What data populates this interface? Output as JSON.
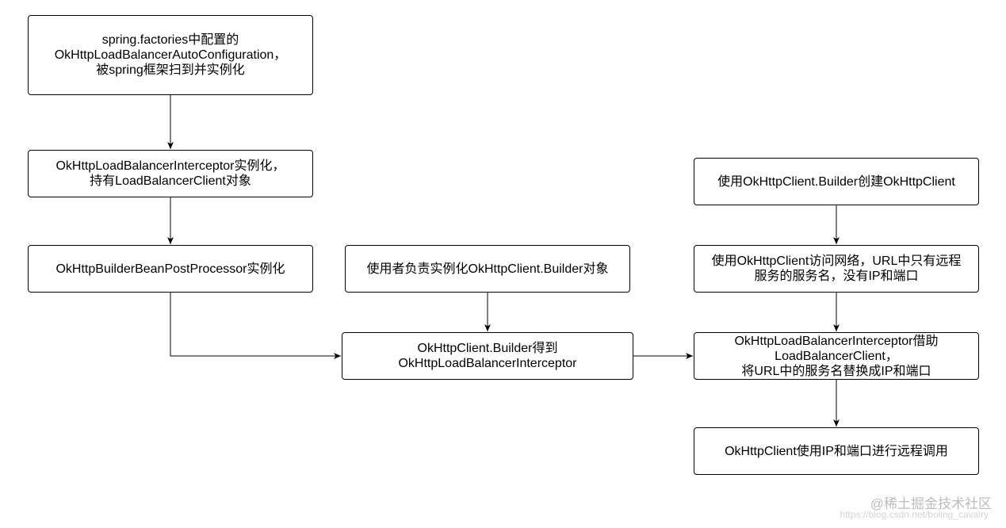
{
  "nodes": {
    "n1": {
      "lines": [
        "spring.factories中配置的",
        "OkHttpLoadBalancerAutoConfiguration，",
        "被spring框架扫到并实例化"
      ]
    },
    "n2": {
      "lines": [
        "OkHttpLoadBalancerInterceptor实例化，",
        "持有LoadBalancerClient对象"
      ]
    },
    "n3": {
      "lines": [
        "OkHttpBuilderBeanPostProcessor实例化"
      ]
    },
    "n4": {
      "lines": [
        "使用者负责实例化OkHttpClient.Builder对象"
      ]
    },
    "n5": {
      "lines": [
        "OkHttpClient.Builder得到",
        "OkHttpLoadBalancerInterceptor"
      ]
    },
    "n6": {
      "lines": [
        "使用OkHttpClient.Builder创建OkHttpClient"
      ]
    },
    "n7": {
      "lines": [
        "使用OkHttpClient访问网络，URL中只有远程",
        "服务的服务名，没有IP和端口"
      ]
    },
    "n8": {
      "lines": [
        "OkHttpLoadBalancerInterceptor借助",
        "LoadBalancerClient，",
        "将URL中的服务名替换成IP和端口"
      ]
    },
    "n9": {
      "lines": [
        "OkHttpClient使用IP和端口进行远程调用"
      ]
    }
  },
  "watermark": {
    "brand": "@稀土掘金技术社区",
    "url": "https://blog.csdn.net/boling_cavalry"
  }
}
